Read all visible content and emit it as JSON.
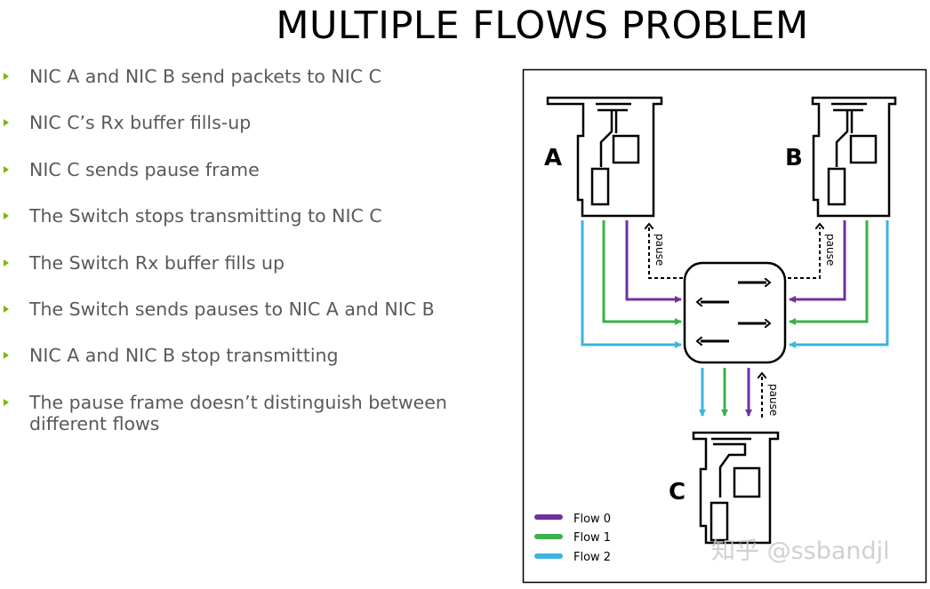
{
  "title": "MULTIPLE FLOWS PROBLEM",
  "bullets": [
    "NIC A and NIC B send packets to NIC C",
    "NIC C’s Rx buffer fills-up",
    "NIC C sends pause frame",
    "The Switch stops transmitting to NIC C",
    "The Switch Rx buffer fills up",
    "The Switch sends pauses to NIC A and NIC B",
    "NIC A and NIC B stop transmitting",
    "The pause frame doesn’t distinguish between different flows"
  ],
  "diagram": {
    "nic_a_label": "A",
    "nic_b_label": "B",
    "nic_c_label": "C",
    "pause_label": "pause",
    "legend": [
      {
        "label": "Flow 0",
        "color": "#7030a0"
      },
      {
        "label": "Flow 1",
        "color": "#3cb04a"
      },
      {
        "label": "Flow 2",
        "color": "#3db3e0"
      }
    ]
  },
  "colors": {
    "bullet_marker": "#76b900",
    "flow0": "#7030a0",
    "flow1": "#3cb04a",
    "flow2": "#3db3e0"
  },
  "watermark": "知乎 @ssbandjl"
}
